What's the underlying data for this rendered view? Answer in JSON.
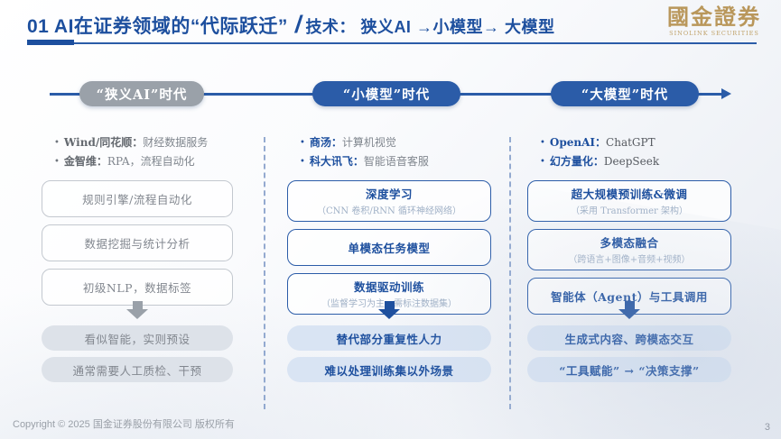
{
  "header": {
    "title_main": "01 AI在证券领域的“代际跃迁”",
    "title_divider": "/",
    "title_sub": "技术： 狭义AI →小模型→ 大模型"
  },
  "logo": {
    "name": "國金證券",
    "subtitle": "SINOLINK SECURITIES"
  },
  "timeline": {
    "eras": [
      {
        "label": "“狭义AI”时代",
        "color": "#9aa1a9"
      },
      {
        "label": "“小模型”时代",
        "color": "#2b5ca8"
      },
      {
        "label": "“大模型”时代",
        "color": "#2b5ca8"
      }
    ]
  },
  "columns": [
    {
      "bullets": [
        {
          "name": "Wind/同花顺：",
          "desc": "财经数据服务"
        },
        {
          "name": "金智维：",
          "desc": "RPA，流程自动化"
        }
      ],
      "boxes": [
        {
          "title": "规则引擎/流程自动化"
        },
        {
          "title": "数据挖掘与统计分析"
        },
        {
          "title": "初级NLP，数据标签"
        }
      ],
      "results": [
        "看似智能，实则预设",
        "通常需要人工质检、干预"
      ]
    },
    {
      "bullets": [
        {
          "name": "商汤：",
          "desc": "计算机视觉"
        },
        {
          "name": "科大讯飞：",
          "desc": "智能语音客服"
        }
      ],
      "boxes": [
        {
          "title": "深度学习",
          "subtitle": "（CNN 卷积/RNN 循环神经网络）"
        },
        {
          "title": "单模态任务模型"
        },
        {
          "title": "数据驱动训练",
          "subtitle": "（监督学习为主，需标注数据集）"
        }
      ],
      "results": [
        "替代部分重复性人力",
        "难以处理训练集以外场景"
      ]
    },
    {
      "bullets": [
        {
          "name": "OpenAI：",
          "desc": "ChatGPT"
        },
        {
          "name": "幻方量化：",
          "desc": "DeepSeek"
        }
      ],
      "boxes": [
        {
          "title": "超大规模预训练&微调",
          "subtitle": "（采用 Transformer 架构）"
        },
        {
          "title": "多模态融合",
          "subtitle": "（跨语言+图像+音频+视频）"
        },
        {
          "title": "智能体（Agent）与工具调用"
        }
      ],
      "results": [
        "生成式内容、跨模态交互",
        "“工具赋能” → “决策支撑”"
      ]
    }
  ],
  "footer": {
    "copyright": "Copyright © 2025 国金证券股份有限公司 版权所有",
    "page_number": "3"
  },
  "colors": {
    "title_blue": "#1d4f9e",
    "timeline_blue": "#2b5ca8",
    "era_gray": "#9aa1a9",
    "result_blue_bg": "#d9e4f3",
    "result_gray_bg": "#dde2e9",
    "logo_gold": "#b9975b"
  }
}
